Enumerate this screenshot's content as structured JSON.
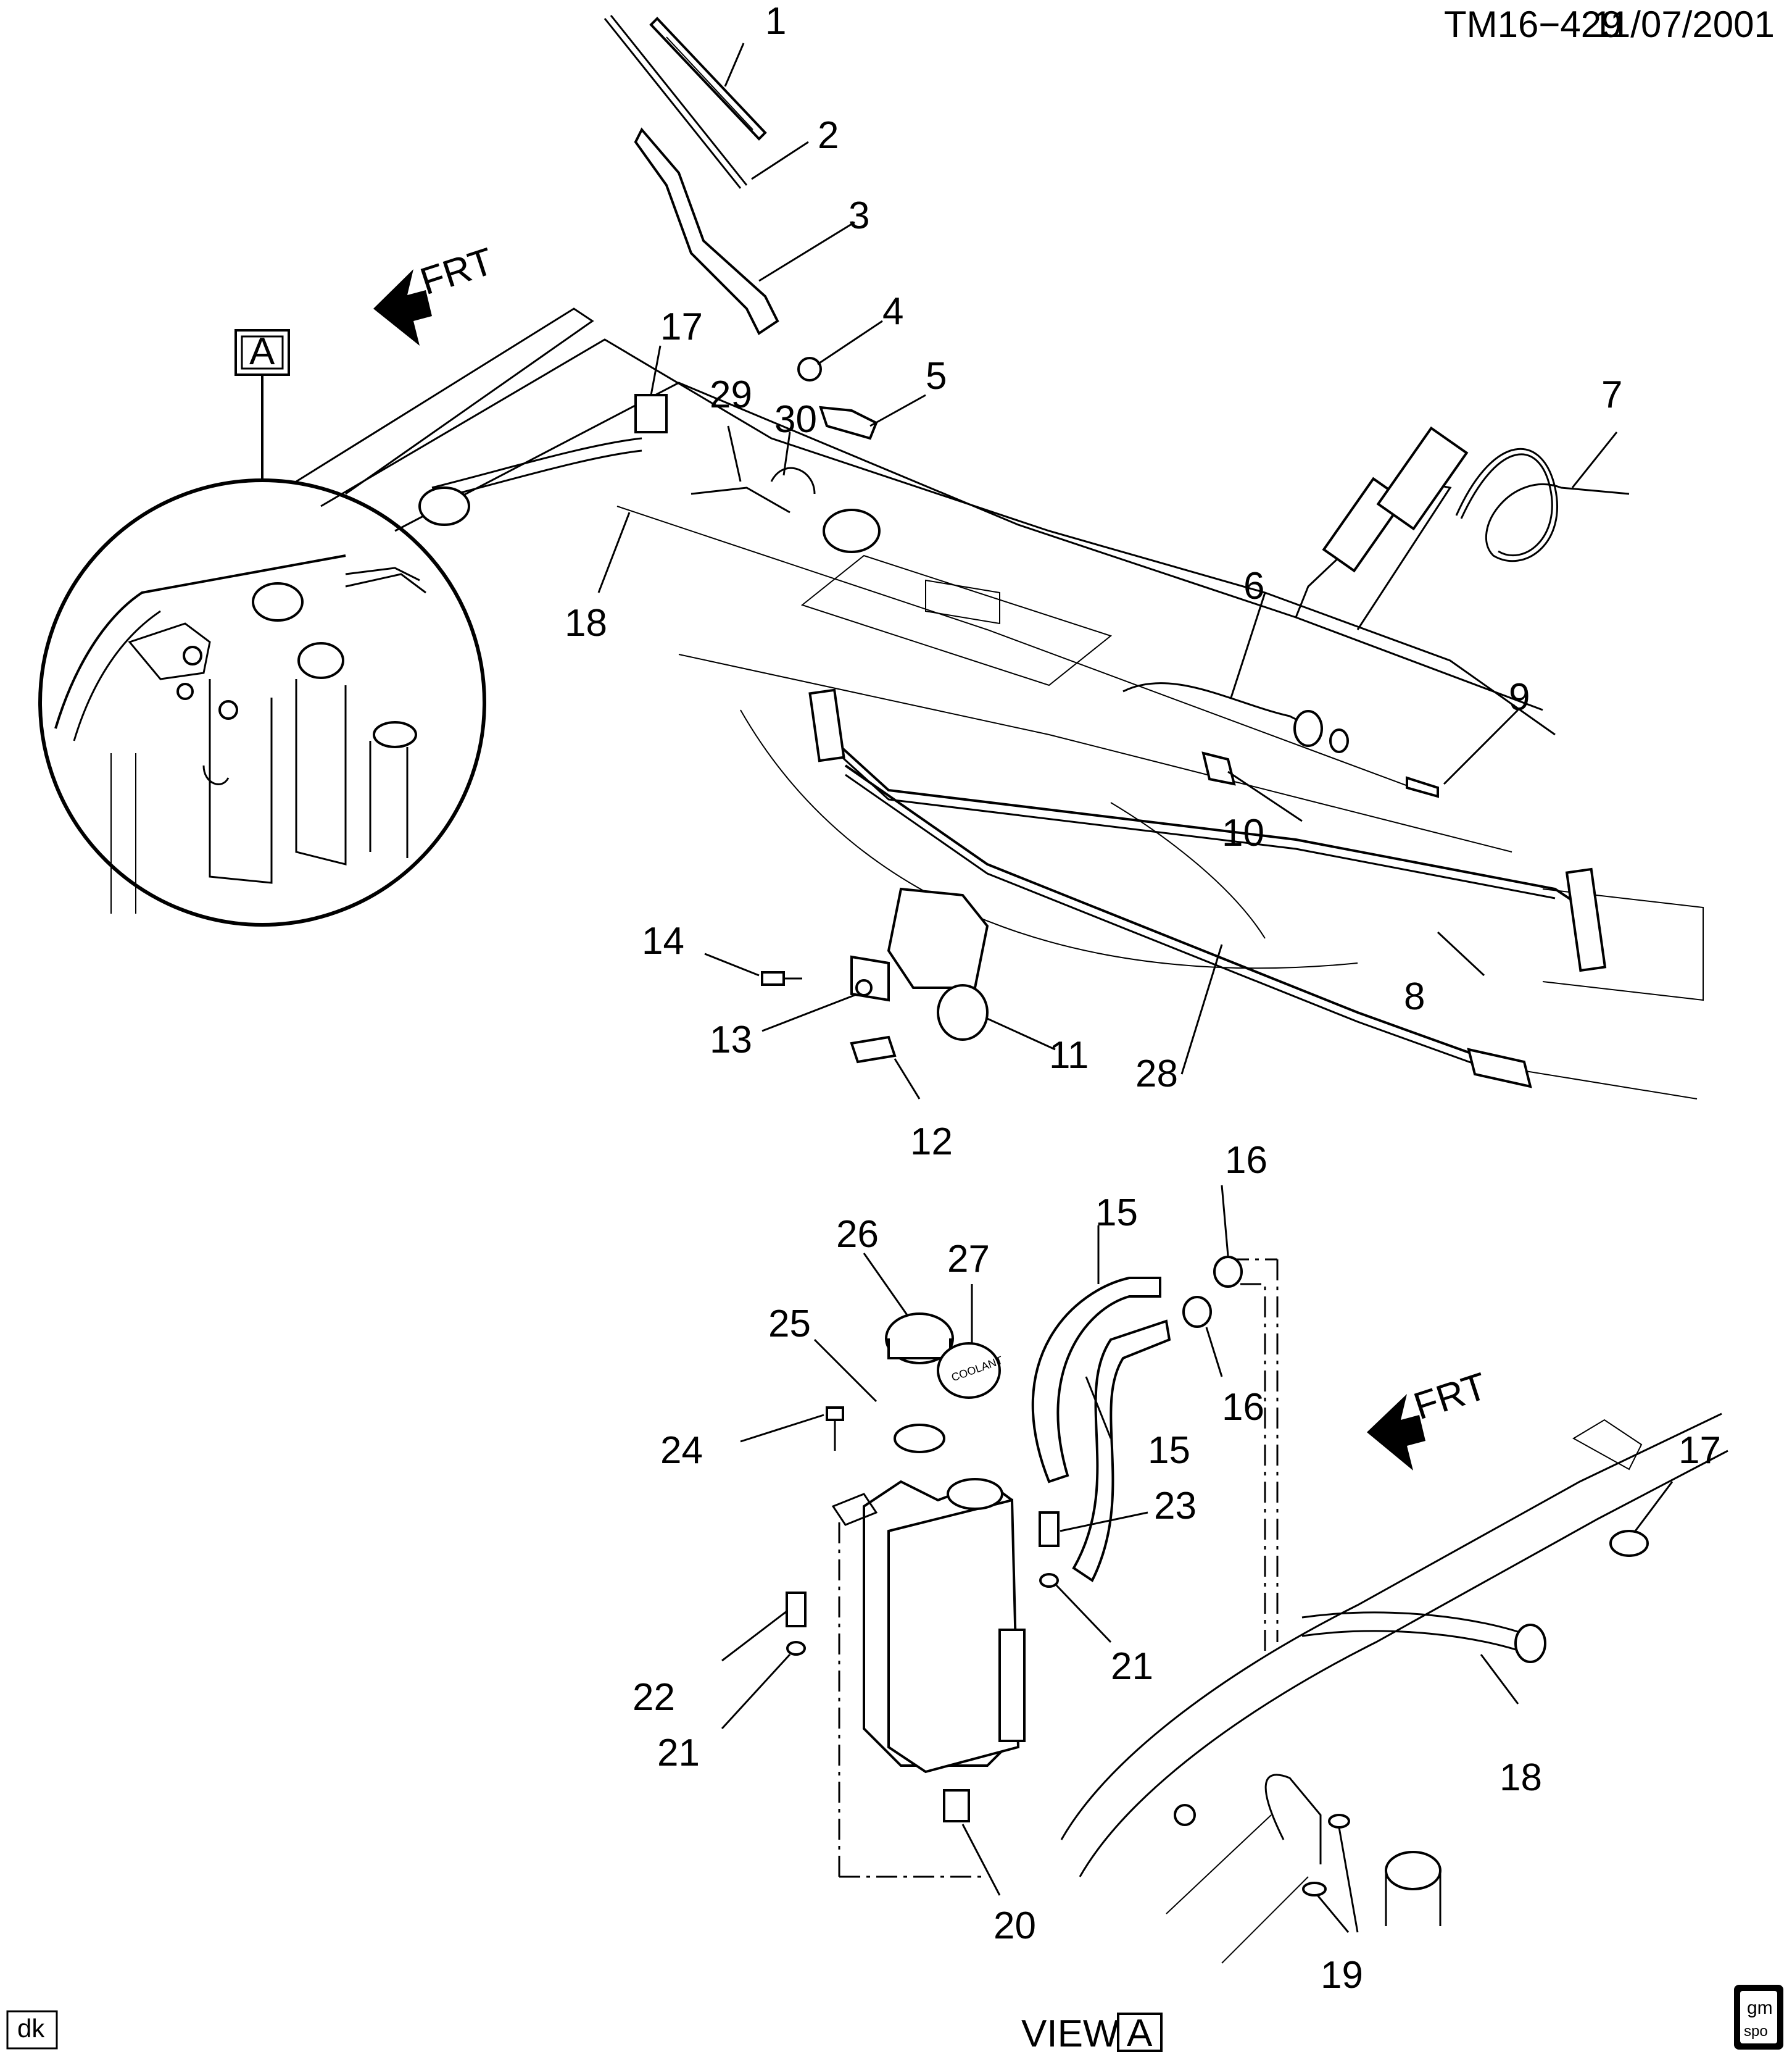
{
  "header": {
    "drawing_id": "TM16−429",
    "date": "11/07/2001"
  },
  "direction_labels": {
    "upper": "FRT",
    "lower": "FRT"
  },
  "view_box_letter": "A",
  "footer": {
    "author_tag": "dk",
    "view_caption": "VIEW",
    "view_letter": "A",
    "logo_top": "gm",
    "logo_bottom": "spo"
  },
  "callouts": {
    "c1": "1",
    "c2": "2",
    "c3": "3",
    "c4": "4",
    "c5": "5",
    "c6": "6",
    "c7": "7",
    "c8": "8",
    "c9": "9",
    "c10": "10",
    "c11": "11",
    "c12": "12",
    "c13": "13",
    "c14": "14",
    "c15a": "15",
    "c15b": "15",
    "c16a": "16",
    "c16b": "16",
    "c17a": "17",
    "c17b": "17",
    "c18a": "18",
    "c18b": "18",
    "c19": "19",
    "c20": "20",
    "c21a": "21",
    "c21b": "21",
    "c22": "22",
    "c23": "23",
    "c24": "24",
    "c25": "25",
    "c26": "26",
    "c27": "27",
    "c28": "28",
    "c29": "29",
    "c30": "30"
  },
  "reservoir_cap_text": "COOLANT"
}
